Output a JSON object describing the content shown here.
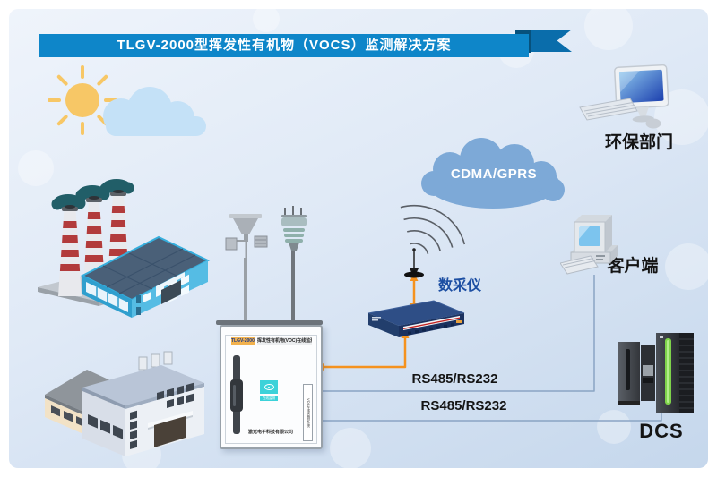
{
  "banner": {
    "title": "TLGV-2000型挥发性有机物（VOCS）监测解决方案"
  },
  "cloud": {
    "label": "CDMA/GPRS"
  },
  "labels": {
    "env_dept": "环保部门",
    "client": "客户端",
    "dcs": "DCS",
    "collector": "数采仪",
    "link_client": "RS485/RS232",
    "link_dcs": "RS485/RS232"
  },
  "cabinet": {
    "model_badge": "TLGV-2000型",
    "type_badge": "挥发性有机物(VOC)在线监测系统",
    "logo_text": "在线监测",
    "company": "激光电子科技有限公司",
    "side_label": "VOC在线监测系统"
  },
  "colors": {
    "banner_blue": "#0e86c9",
    "banner_tail": "#0a6dab",
    "cloud_blue": "#7da9d7",
    "accent_orange": "#f5921e",
    "connector_gray": "#8aa4c4",
    "chimney_red": "#b23b3b",
    "smoke_teal": "#215e68",
    "server_green": "#7ed34a"
  }
}
